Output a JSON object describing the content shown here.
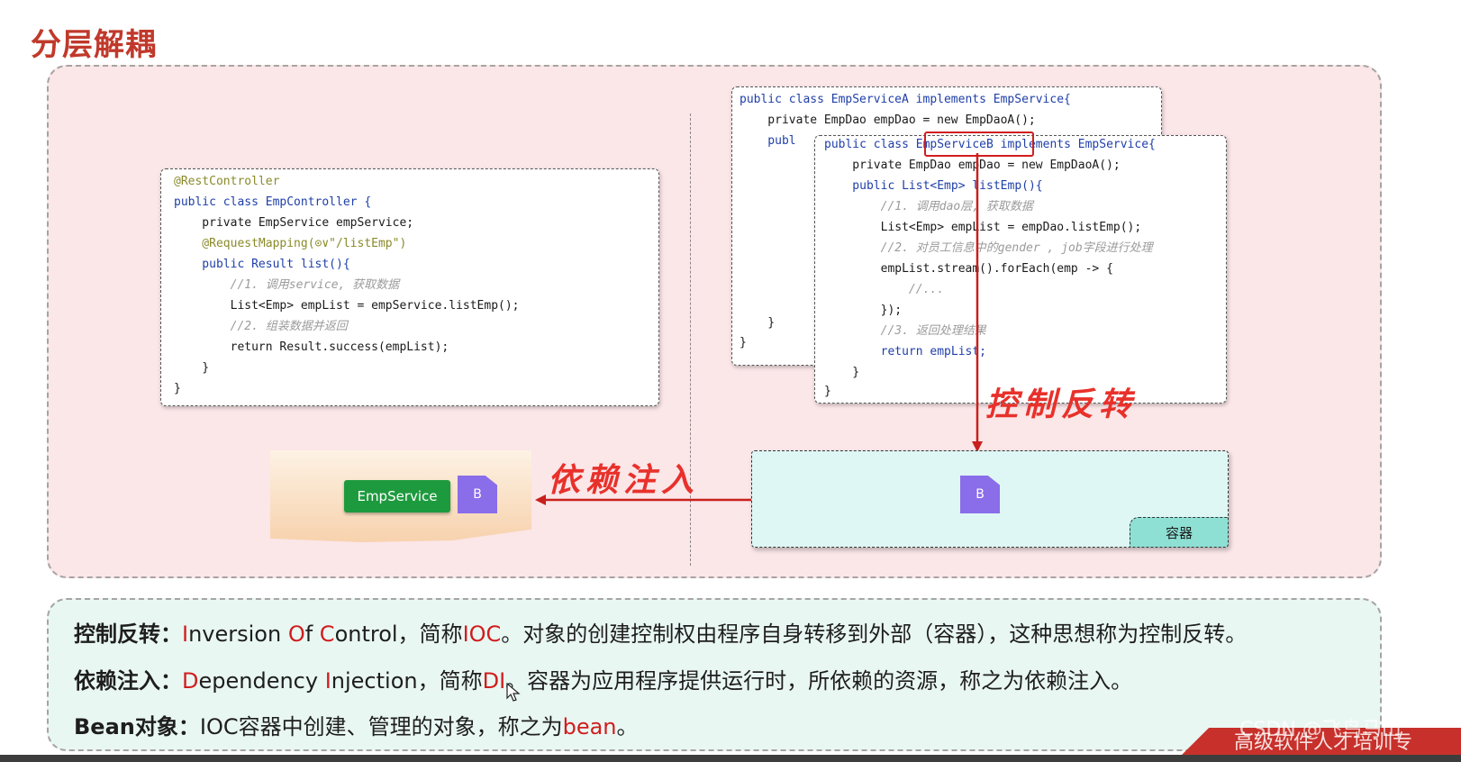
{
  "title": "分层解耦",
  "left_code": {
    "lines": [
      "@RestController",
      "public class EmpController {",
      "    private EmpService empService;",
      "    @RequestMapping(⊙∨\"/listEmp\")",
      "    public Result list(){",
      "        //1. 调用service, 获取数据",
      "        List<Emp> empList = empService.listEmp();",
      "        //2. 组装数据并返回",
      "        return Result.success(empList);",
      "    }",
      "}"
    ]
  },
  "code_a": {
    "lines": [
      "public class EmpServiceA implements EmpService{",
      "    private EmpDao empDao = new EmpDaoA();",
      "    publ",
      "    }",
      "}"
    ]
  },
  "code_b": {
    "lines": [
      "public class EmpServiceB implements EmpService{",
      "    private EmpDao empDao = new EmpDaoA();",
      "    public List<Emp> listEmp(){",
      "        //1. 调用dao层, 获取数据",
      "        List<Emp> empList = empDao.listEmp();",
      "        //2. 对员工信息中的gender , job字段进行处理",
      "        empList.stream().forEach(emp -> {",
      "            //...",
      "        });",
      "        //3. 返回处理结果",
      "        return empList;",
      "    }",
      "}"
    ]
  },
  "diagram": {
    "empservice_label": "EmpService",
    "bean_letter": "B",
    "container_label": "容器",
    "di_handwritten": "依赖注入",
    "ioc_handwritten": "控制反转"
  },
  "definitions": {
    "ioc_label": "控制反转：",
    "ioc_I": "I",
    "ioc_nversion": "nversion ",
    "ioc_O": "O",
    "ioc_f": "f ",
    "ioc_C": "C",
    "ioc_ontrol": "ontrol，简称",
    "ioc_abbr": "IOC",
    "ioc_rest": "。对象的创建控制权由程序自身转移到外部（容器），这种思想称为控制反转。",
    "di_label": "依赖注入：",
    "di_D": "D",
    "di_ependency": "ependency ",
    "di_In": "I",
    "di_njection": "njection，简称",
    "di_abbr": "DI",
    "di_rest": "。容器为应用程序提供运行时，所依赖的资源，称之为依赖注入。",
    "bean_label": "Bean对象：",
    "bean_text": "IOC容器中创建、管理的对象，称之为",
    "bean_word": "bean",
    "bean_end": "。"
  },
  "watermark": "CSDN @飞鸟马山",
  "corner_text": "高级软件人才培训专",
  "colors": {
    "accent": "#c0392b",
    "highlight": "#d11d1d",
    "bean": "#8a6de9",
    "green": "#1e9a3e"
  }
}
